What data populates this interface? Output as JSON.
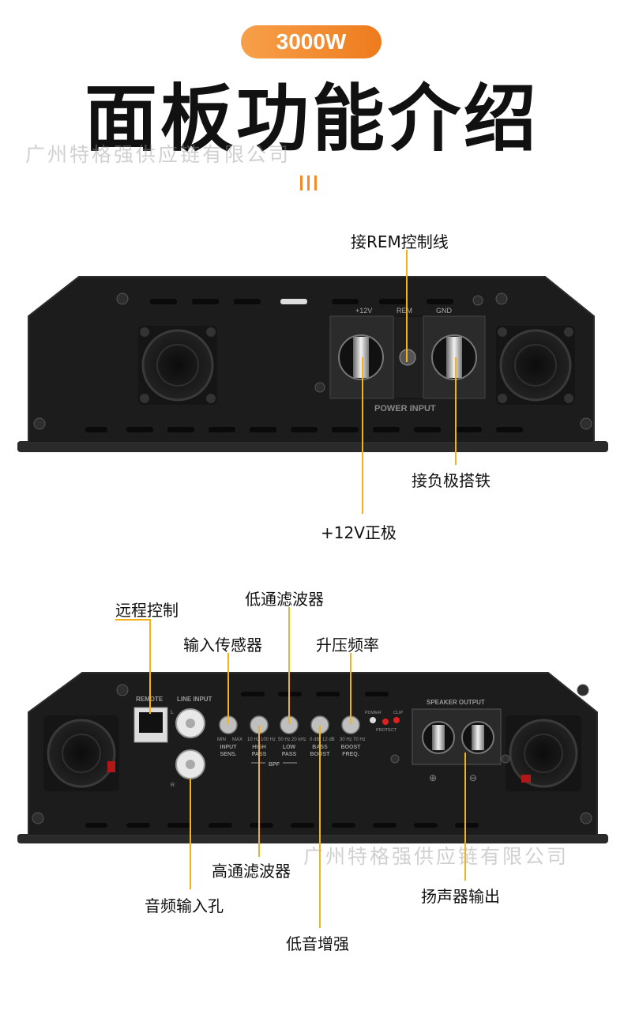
{
  "badge": "3000W",
  "title": "面板功能介绍",
  "watermark": "广州特格强供应链有限公司",
  "colors": {
    "accent": "#f08a2a",
    "leader": "#f3b21a",
    "panel": "#1b1b1b"
  },
  "top_panel": {
    "silk": {
      "plus12": "+12V",
      "rem": "REM",
      "gnd": "GND",
      "power_input": "POWER INPUT"
    },
    "callouts": {
      "rem": "接REM控制线",
      "gnd": "接负极搭铁",
      "plus12": "+12V正极"
    }
  },
  "bottom_panel": {
    "silk": {
      "remote": "REMOTE",
      "line_input": "LINE INPUT",
      "l": "L",
      "r": "R",
      "input_sens": [
        "INPUT",
        "SENS."
      ],
      "min": "MIN",
      "max": "MAX",
      "high_pass": [
        "HIGH",
        "PASS"
      ],
      "hp_range": [
        "10 Hz",
        "100 Hz"
      ],
      "low_pass": [
        "LOW",
        "PASS"
      ],
      "lp_range": [
        "50 Hz",
        "20 kHz"
      ],
      "bass_boost": [
        "BASS",
        "BOOST"
      ],
      "bb_range": [
        "0 dB",
        "12 dB"
      ],
      "boost_freq": [
        "BOOST",
        "FREQ."
      ],
      "bf_range": [
        "30 Hz",
        "70 Hz"
      ],
      "bpf": "BPF",
      "power": "POWER",
      "clip": "CLIP",
      "protect": "PROTECT",
      "speaker_output": "SPEAKER OUTPUT",
      "plus": "⊕",
      "minus": "⊖"
    },
    "callouts": {
      "remote": "远程控制",
      "input_sens": "输入传感器",
      "low_pass": "低通滤波器",
      "boost_freq": "升压频率",
      "high_pass": "高通滤波器",
      "audio_in": "音频输入孔",
      "bass_boost": "低音增强",
      "speaker_out": "扬声器输出"
    }
  }
}
